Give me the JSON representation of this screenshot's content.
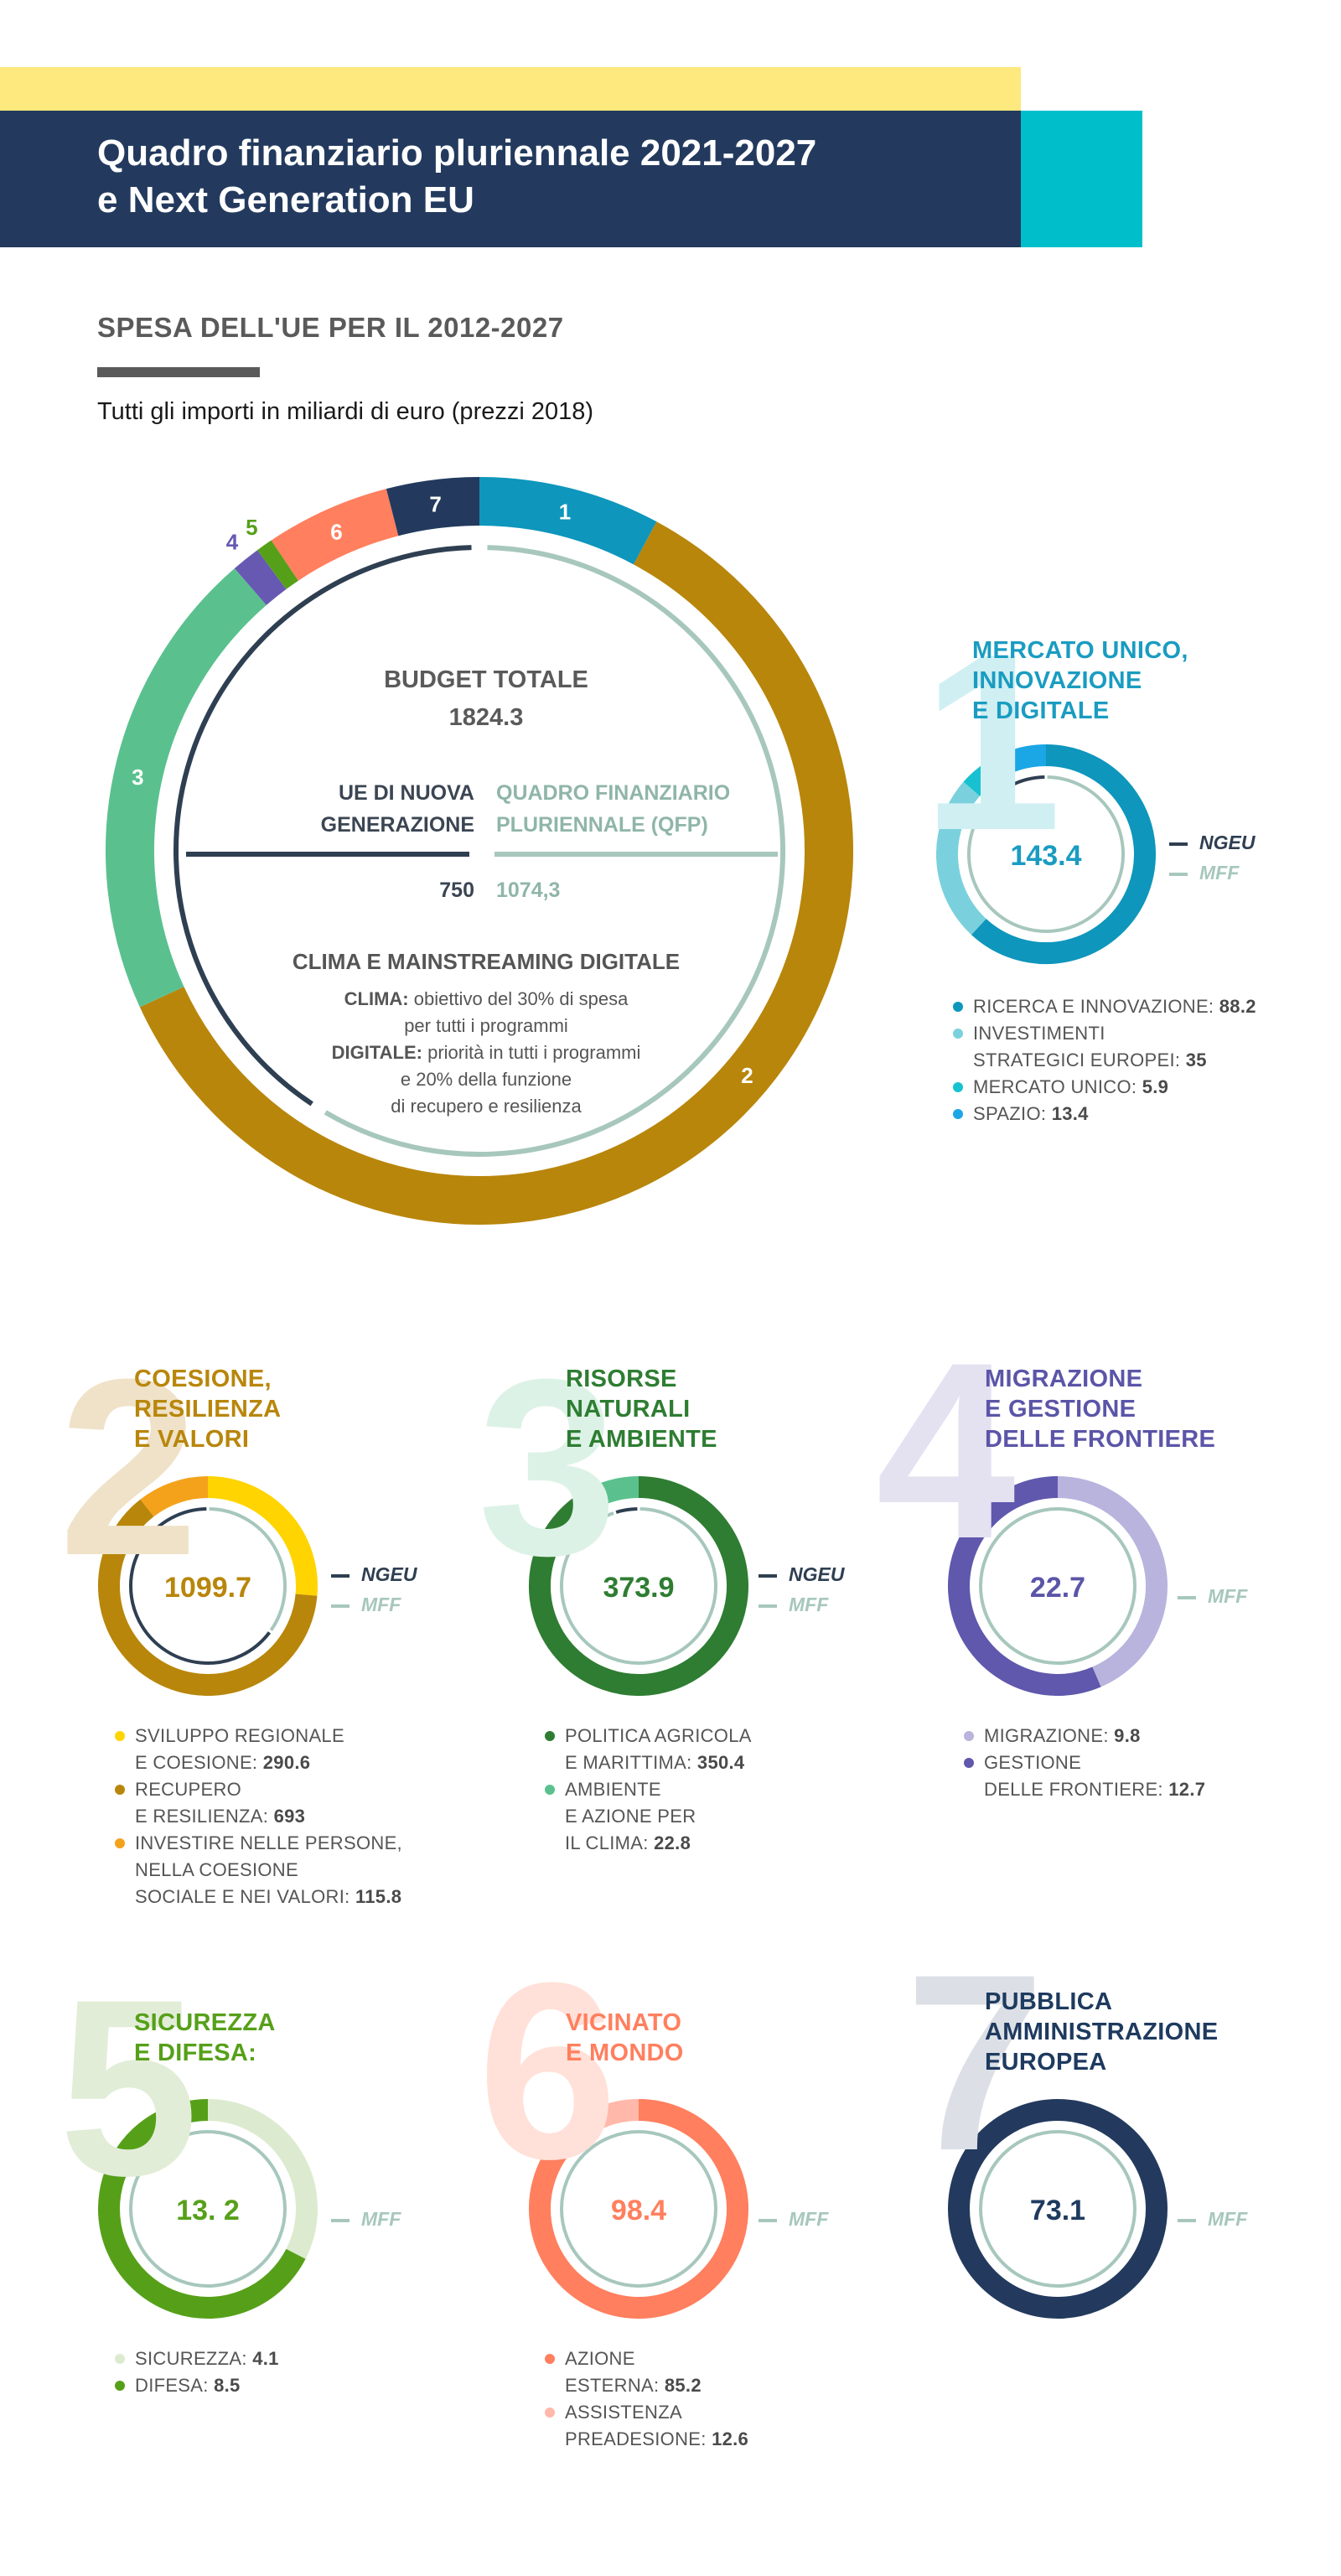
{
  "header": {
    "title_line1": "Quadro finanziario pluriennale 2021-2027",
    "title_line2": "e Next Generation EU"
  },
  "section": {
    "title": "SPESA DELL'UE PER IL 2012-2027",
    "note": "Tutti gli importi in miliardi di euro (prezzi 2018)"
  },
  "colors": {
    "banner_navy": "#233A5E",
    "banner_yellow": "#FDE97D",
    "banner_cyan": "#00BFCB",
    "heading_1": "#1A9CC1",
    "heading_2": "#B8860B",
    "heading_3": "#2E7D32",
    "heading_4": "#5B55A8",
    "heading_5": "#56A019",
    "heading_6": "#FF7F5E",
    "heading_7": "#1E3A5F"
  },
  "center": {
    "budget_label": "BUDGET TOTALE",
    "budget_value": "1824.3",
    "ngeu_label_line1": "UE DI NUOVA",
    "ngeu_label_line2": "GENERAZIONE",
    "mff_label_line1": "QUADRO FINANZIARIO",
    "mff_label_line2": "PLURIENNALE (QFP)",
    "ngeu_value": "750",
    "mff_value": "1074,3",
    "climate_title": "CLIMA E MAINSTREAMING DIGITALE",
    "clima_label": "CLIMA:",
    "clima_text": "obiettivo del 30% di spesa",
    "clima_text2": "per tutti i programmi",
    "digitale_label": "DIGITALE:",
    "digitale_text": "priorità in tutti i programmi",
    "digitale_text2": "e 20% della funzione",
    "digitale_text3": "di recupero e resilienza"
  },
  "keys": {
    "ngeu": "NGEU",
    "mff": "MFF"
  },
  "chart_data": [
    {
      "type": "pie",
      "title": "BUDGET TOTALE",
      "total": 1824.3,
      "outer_ring": [
        {
          "label": "1",
          "value": 143.4,
          "color": "#0E96BC"
        },
        {
          "label": "2",
          "value": 1099.7,
          "color": "#B8860B"
        },
        {
          "label": "3",
          "value": 373.9,
          "color": "#5AC18E"
        },
        {
          "label": "4",
          "value": 22.7,
          "color": "#6759B2"
        },
        {
          "label": "5",
          "value": 13.2,
          "color": "#56A019"
        },
        {
          "label": "6",
          "value": 98.4,
          "color": "#FF7F5E"
        },
        {
          "label": "7",
          "value": 73.1,
          "color": "#233A5E"
        }
      ],
      "inner_ring": [
        {
          "name": "UE DI NUOVA GENERAZIONE",
          "value": 750,
          "color": "#2F3F52"
        },
        {
          "name": "QUADRO FINANZIARIO PLURIENNALE (QFP)",
          "value": 1074.3,
          "color": "#A7C7BD"
        }
      ]
    },
    {
      "type": "pie",
      "id": "cat1",
      "number": "1",
      "title_lines": [
        "MERCATO UNICO,",
        "INNOVAZIONE",
        "E DIGITALE"
      ],
      "total_label": "143.4",
      "keys": [
        "NGEU",
        "MFF"
      ],
      "inner_ngeu_share": 0.08,
      "slices": [
        {
          "name_lines": [
            "RICERCA E INNOVAZIONE:"
          ],
          "value": 88.2,
          "value_label": "88.2",
          "color": "#0E96BC"
        },
        {
          "name_lines": [
            "INVESTIMENTI",
            "STRATEGICI EUROPEI:"
          ],
          "value": 35,
          "value_label": "35",
          "color": "#7AD1DD"
        },
        {
          "name_lines": [
            "MERCATO UNICO:"
          ],
          "value": 5.9,
          "value_label": "5.9",
          "color": "#18C1CF"
        },
        {
          "name_lines": [
            "SPAZIO:"
          ],
          "value": 13.4,
          "value_label": "13.4",
          "color": "#1BA6E6"
        }
      ]
    },
    {
      "type": "pie",
      "id": "cat2",
      "number": "2",
      "title_lines": [
        "COESIONE,",
        "RESILIENZA",
        "E VALORI"
      ],
      "total_label": "1099.7",
      "keys": [
        "NGEU",
        "MFF"
      ],
      "inner_ngeu_share": 0.65,
      "slices": [
        {
          "name_lines": [
            "SVILUPPO REGIONALE",
            "E COESIONE:"
          ],
          "value": 290.6,
          "value_label": "290.6",
          "color": "#FFD400"
        },
        {
          "name_lines": [
            "RECUPERO",
            "E RESILIENZA:"
          ],
          "value": 693,
          "value_label": "693",
          "color": "#B8860B"
        },
        {
          "name_lines": [
            "INVESTIRE NELLE PERSONE,",
            "NELLA COESIONE",
            "SOCIALE E NEI VALORI:"
          ],
          "value": 115.8,
          "value_label": "115.8",
          "color": "#F4A21B"
        }
      ]
    },
    {
      "type": "pie",
      "id": "cat3",
      "number": "3",
      "title_lines": [
        "RISORSE",
        "NATURALI",
        "E AMBIENTE"
      ],
      "total_label": "373.9",
      "keys": [
        "NGEU",
        "MFF"
      ],
      "inner_ngeu_share": 0.05,
      "slices": [
        {
          "name_lines": [
            "POLITICA AGRICOLA",
            "E MARITTIMA:"
          ],
          "value": 350.4,
          "value_label": "350.4",
          "color": "#2E7D32"
        },
        {
          "name_lines": [
            "AMBIENTE",
            "E AZIONE PER",
            "IL CLIMA:"
          ],
          "value": 22.8,
          "value_label": "22.8",
          "color": "#5AC18E"
        }
      ]
    },
    {
      "type": "pie",
      "id": "cat4",
      "number": "4",
      "title_lines": [
        "MIGRAZIONE",
        "E GESTIONE",
        "DELLE FRONTIERE"
      ],
      "total_label": "22.7",
      "keys": [
        "MFF"
      ],
      "inner_ngeu_share": 0,
      "slices": [
        {
          "name_lines": [
            "MIGRAZIONE:"
          ],
          "value": 9.8,
          "value_label": "9.8",
          "color": "#B9B4DD"
        },
        {
          "name_lines": [
            "GESTIONE",
            "DELLE FRONTIERE:"
          ],
          "value": 12.7,
          "value_label": "12.7",
          "color": "#5F58AD"
        }
      ]
    },
    {
      "type": "pie",
      "id": "cat5",
      "number": "5",
      "title_lines": [
        "SICUREZZA",
        "E DIFESA:"
      ],
      "total_label": "13. 2",
      "keys": [
        "MFF"
      ],
      "inner_ngeu_share": 0,
      "slices": [
        {
          "name_lines": [
            "SICUREZZA:"
          ],
          "value": 4.1,
          "value_label": "4.1",
          "color": "#DCEBCF"
        },
        {
          "name_lines": [
            "DIFESA:"
          ],
          "value": 8.5,
          "value_label": "8.5",
          "color": "#56A019"
        }
      ]
    },
    {
      "type": "pie",
      "id": "cat6",
      "number": "6",
      "title_lines": [
        "VICINATO",
        "E MONDO"
      ],
      "total_label": "98.4",
      "keys": [
        "MFF"
      ],
      "inner_ngeu_share": 0,
      "slices": [
        {
          "name_lines": [
            "AZIONE",
            "ESTERNA:"
          ],
          "value": 85.2,
          "value_label": "85.2",
          "color": "#FF7F5E"
        },
        {
          "name_lines": [
            "ASSISTENZA",
            "PREADESIONE:"
          ],
          "value": 12.6,
          "value_label": "12.6",
          "color": "#FFB8AA"
        }
      ]
    },
    {
      "type": "pie",
      "id": "cat7",
      "number": "7",
      "title_lines": [
        "PUBBLICA",
        "AMMINISTRAZIONE",
        "EUROPEA"
      ],
      "total_label": "73.1",
      "keys": [
        "MFF"
      ],
      "inner_ngeu_share": 0,
      "slices": [
        {
          "name_lines": [],
          "value": 73.1,
          "value_label": "",
          "color": "#233A5E"
        }
      ]
    }
  ]
}
